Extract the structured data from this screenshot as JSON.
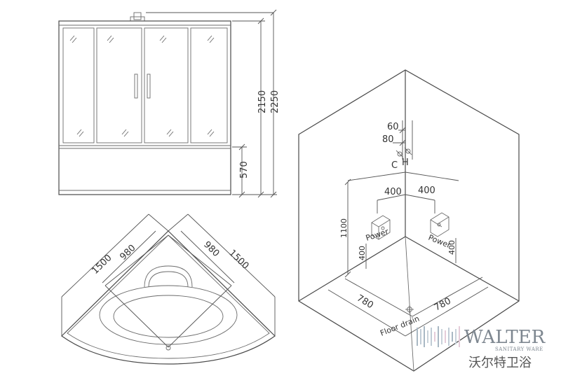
{
  "front_view": {
    "dim_total": "2250",
    "dim_cabin": "2150",
    "dim_base": "570"
  },
  "plan_view": {
    "dim_outer_left": "1500",
    "dim_outer_right": "1500",
    "dim_inner_left": "980",
    "dim_inner_right": "980"
  },
  "room_view": {
    "dim_top_60": "60",
    "dim_top_80": "80",
    "label_cold": "C",
    "label_hot": "H",
    "dim_left_400": "400",
    "dim_right_400": "400",
    "dim_height_1100": "1100",
    "dim_power_left_400": "400",
    "dim_power_right_400": "400",
    "label_power_left": "Power",
    "label_power_right": "Power",
    "dim_floor_left_780": "780",
    "dim_floor_right_780": "780",
    "label_floor_drain": "Floor drain"
  },
  "brand": {
    "name": "WALTER",
    "tagline": "SANITARY WARE",
    "chinese": "沃尔特卫浴",
    "colors": [
      "#a9b8c4",
      "#c8d2da",
      "#e5ccd9",
      "#c0ccd6"
    ]
  }
}
